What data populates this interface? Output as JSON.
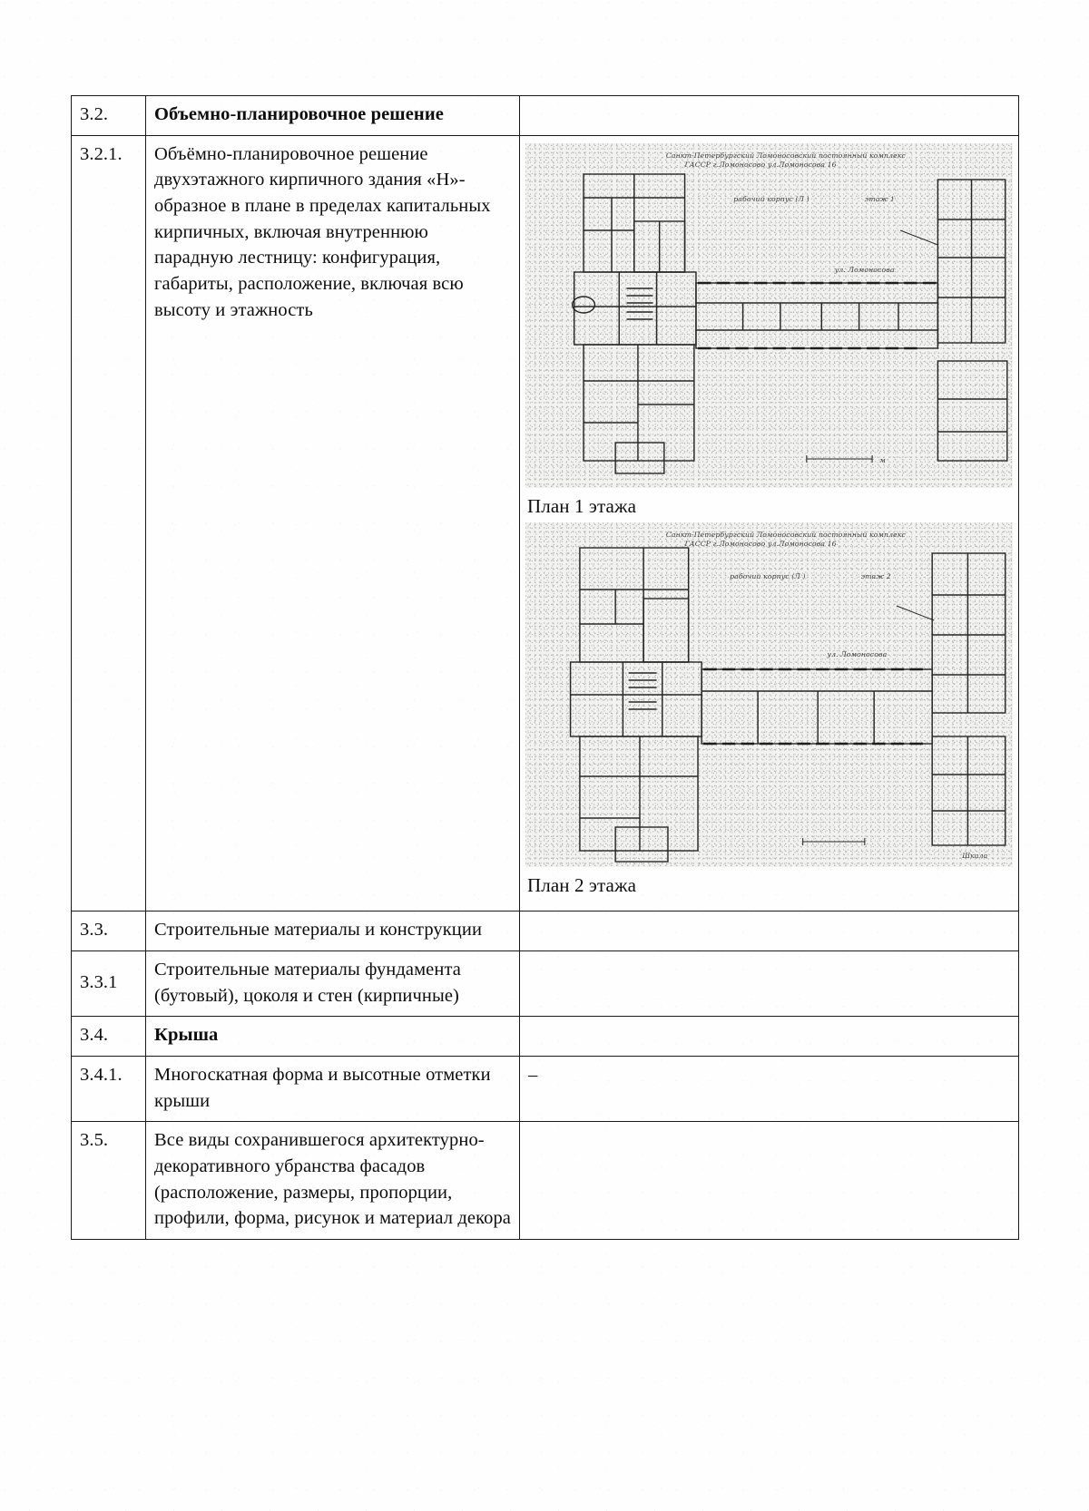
{
  "document": {
    "language": "ru",
    "type": "protection-subject-table"
  },
  "table": {
    "rows": [
      {
        "number": "3.2.",
        "text": "Объемно-планировочное решение",
        "bold": true,
        "right": ""
      },
      {
        "number": "3.2.1.",
        "text": "Объёмно-планировочное решение двухэтажного кирпичного здания «Н»- образное в плане в пределах капитальных кирпичных, включая внутреннюю парадную лестницу: конфигурация, габариты, расположение, включая всю высоту и этажность",
        "bold": false,
        "right": "floor-plans"
      },
      {
        "number": "3.3.",
        "text": "Строительные материалы и конструкции",
        "bold": false,
        "right": ""
      },
      {
        "number": "3.3.1",
        "text": "Строительные материалы фундамента (бутовый), цоколя и стен (кирпичные)",
        "bold": false,
        "right": ""
      },
      {
        "number": "3.4.",
        "text": "Крыша",
        "bold": true,
        "right": ""
      },
      {
        "number": "3.4.1.",
        "text": "Многоскатная форма и высотные отметки крыши",
        "bold": false,
        "right": "–"
      },
      {
        "number": "3.5.",
        "text": "Все виды сохранившегося архитектурно-декоративного убранства фасадов (расположение, размеры, пропорции, профили, форма, рисунок и материал декора",
        "bold": false,
        "right": ""
      }
    ]
  },
  "plans": [
    {
      "caption": "План 1 этажа",
      "header_line_1": "Санкт-Петербургский Ломоносовский постоянный комплекс",
      "header_line_2": "ГАССР  г.Ломоносово  ул.Ломоносова  16",
      "label_block": "рабочий корпус  (Л )",
      "label_floor": "этаж 1",
      "street_label": "ул. Ломоносова",
      "scale_note": "м"
    },
    {
      "caption": "План 2 этажа",
      "header_line_1": "Санкт-Петербургский Ломоносовский постоянный комплекс",
      "header_line_2": "ГАССР  г.Ломоносово  ул.Ломоносова  16",
      "label_block": "рабочий корпус  (Л )",
      "label_floor": "этаж 2",
      "street_label": "ул. Ломоносова",
      "scale_note": "Шкала"
    }
  ],
  "colors": {
    "page_background": "#fefefe",
    "table_border": "#1a1a1a",
    "text": "#0d0d0d",
    "scan_background": "#f2f2f0",
    "scan_ink": "#262626"
  }
}
